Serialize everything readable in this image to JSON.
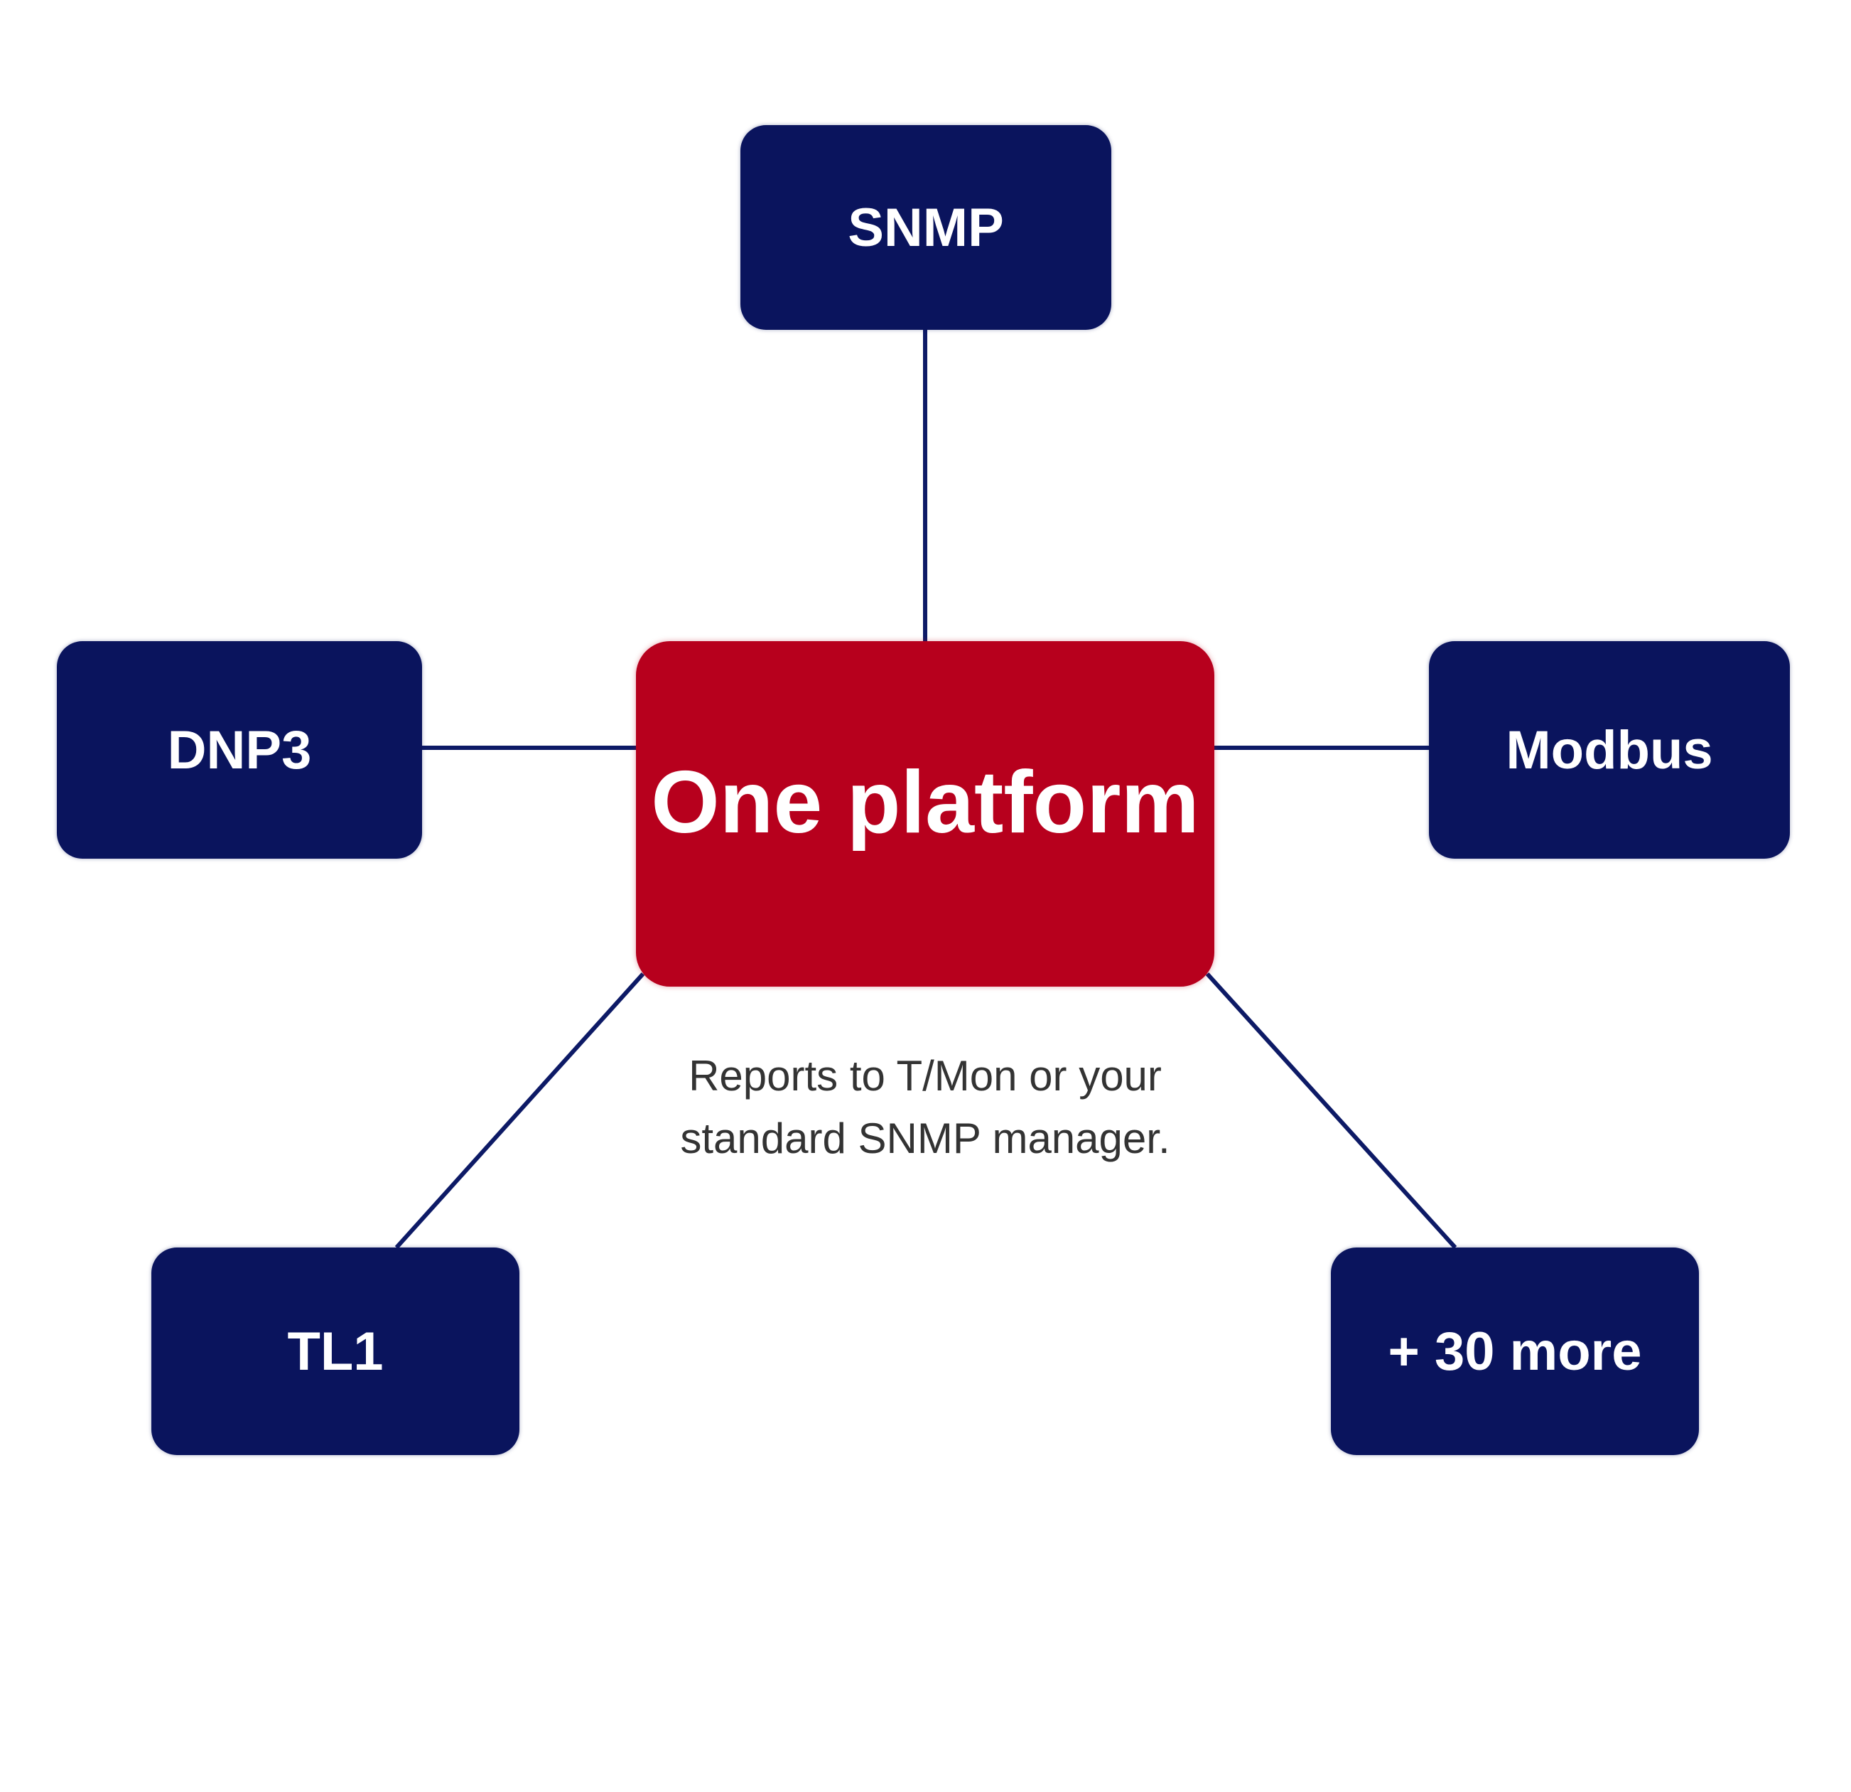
{
  "hub": {
    "label": "One platform",
    "color": "#b7001d"
  },
  "protocols": {
    "top": "SNMP",
    "left": "DNP3",
    "right": "Modbus",
    "bottom_left": "TL1",
    "bottom_right": "+ 30 more",
    "color": "#0a145d"
  },
  "caption": {
    "line1": "Reports to T/Mon or your",
    "line2": "standard SNMP manager."
  },
  "connector_color": "#0d1a66"
}
